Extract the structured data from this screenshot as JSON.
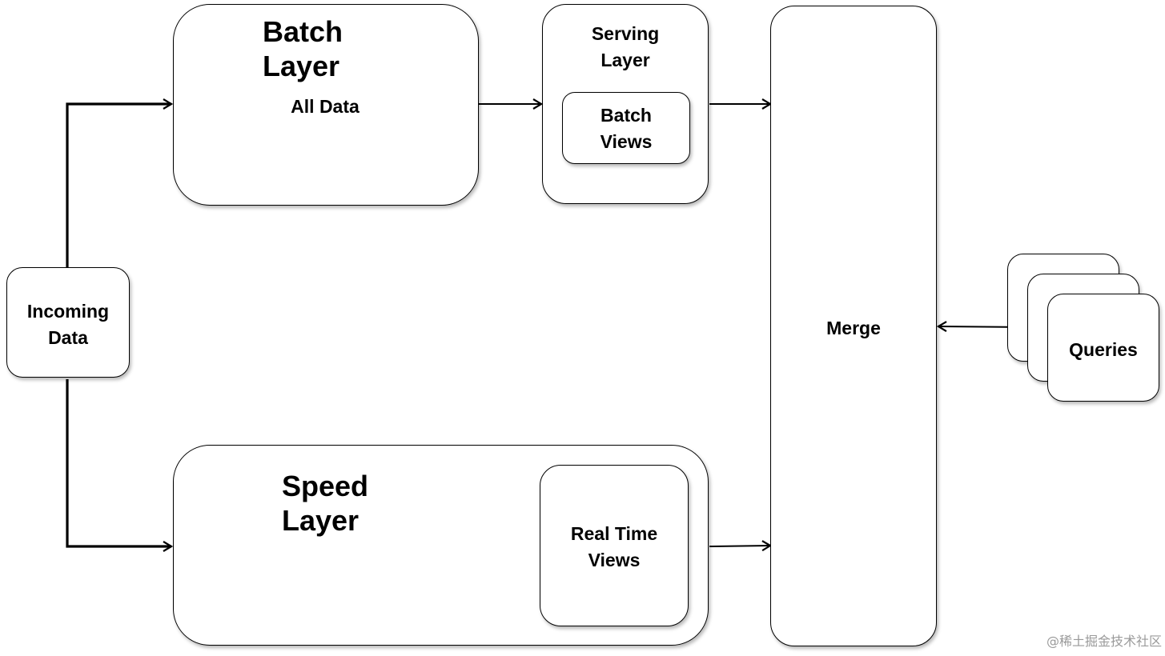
{
  "diagram": {
    "incoming_data": "Incoming\nData",
    "batch_layer": {
      "title": "Batch\nLayer",
      "content": "All Data"
    },
    "serving_layer": {
      "title": "Serving\nLayer",
      "batch_views": "Batch\nViews"
    },
    "speed_layer": {
      "title": "Speed\nLayer",
      "real_time_views": "Real Time\nViews"
    },
    "merge": "Merge",
    "queries": "Queries"
  },
  "watermark": "@稀土掘金技术社区"
}
